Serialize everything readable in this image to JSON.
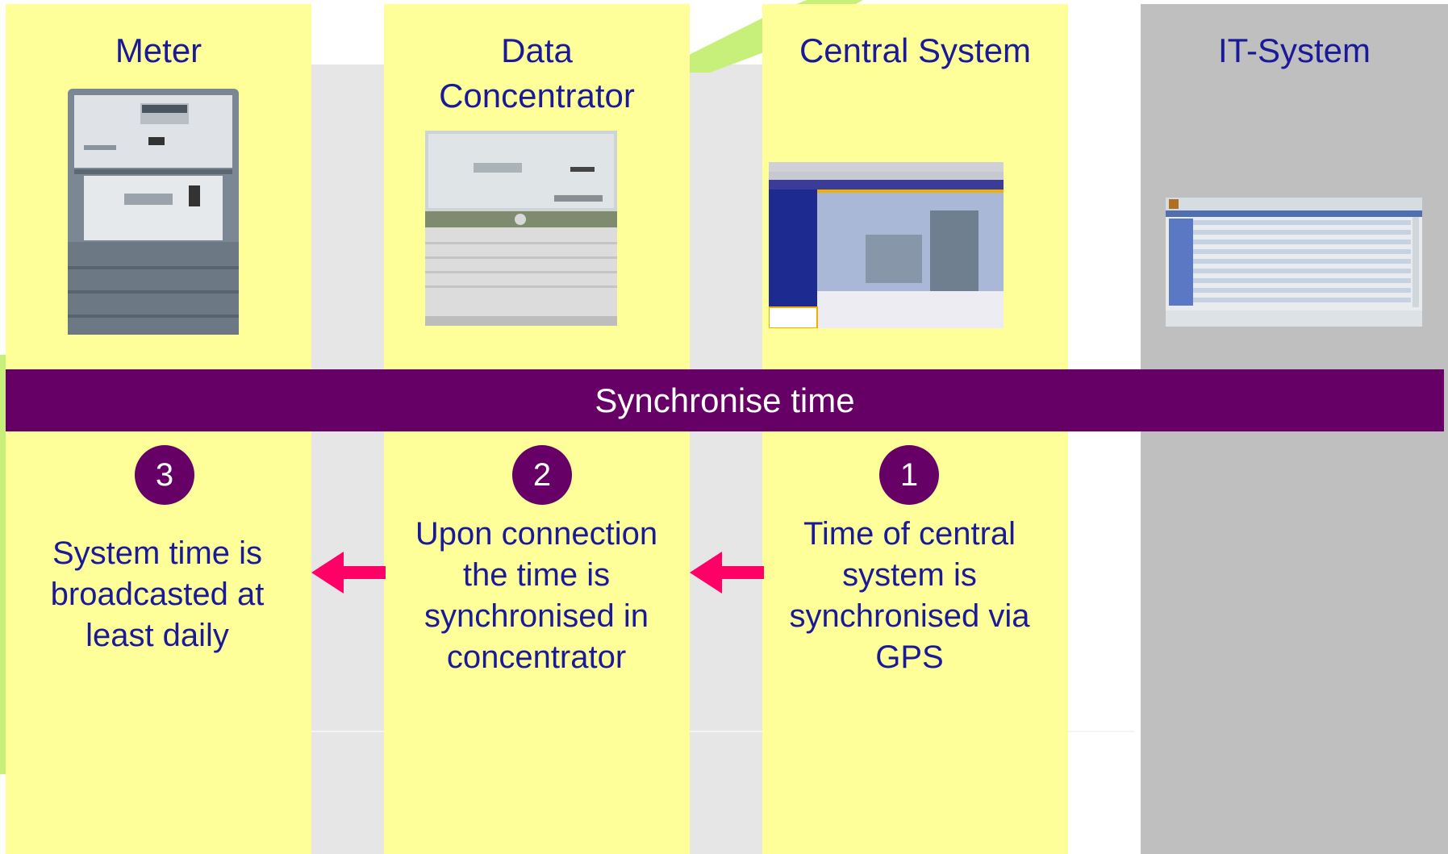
{
  "columns": [
    {
      "title": "Meter"
    },
    {
      "title": "Data\nConcentrator"
    },
    {
      "title": "Central System"
    },
    {
      "title": "IT-System"
    }
  ],
  "banner": {
    "label": "Synchronise time"
  },
  "steps": [
    {
      "number": "3",
      "text": "System time is\nbroadcasted at\nleast daily"
    },
    {
      "number": "2",
      "text": "Upon connection\nthe time is\nsynchronised in\nconcentrator"
    },
    {
      "number": "1",
      "text": "Time of central\nsystem is\nsynchronised via\nGPS"
    }
  ],
  "colors": {
    "column_fill": "#ffff99",
    "it_column_fill": "#bfbfbf",
    "banner_fill": "#660066",
    "text": "#1a1a99",
    "arrow": "#ff0066",
    "accent_green": "#c6f07a"
  },
  "icons": [
    "electricity-meter-photo",
    "data-concentrator-photo",
    "central-system-screenshot",
    "it-system-screenshot",
    "left-arrow-icon"
  ]
}
